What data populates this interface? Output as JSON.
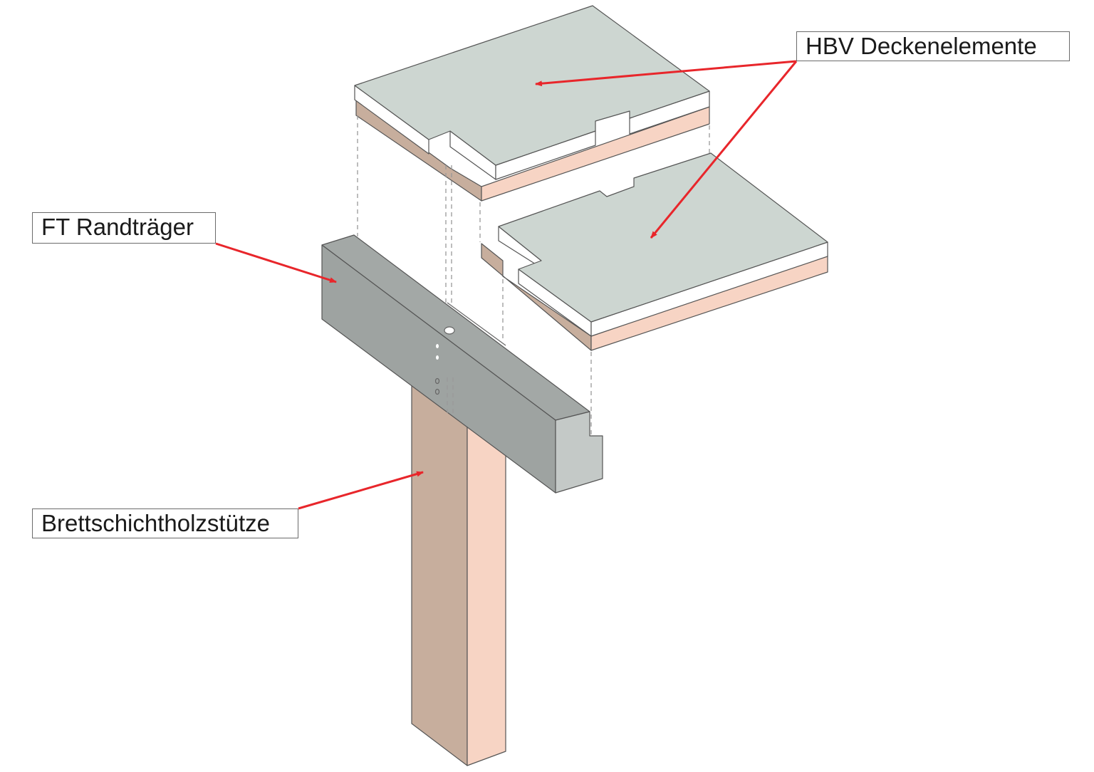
{
  "labels": {
    "hbv": "HBV Deckenelemente",
    "ft": "FT Randträger",
    "column": "Brettschichtholzstütze"
  },
  "colors": {
    "concrete_top": "#cdd6d1",
    "concrete_side": "#ffffff",
    "timber_dark": "#c7ae9d",
    "timber_light": "#f7d4c4",
    "beam_front": "#9ea3a1",
    "beam_top": "#a3a8a6",
    "beam_end": "#c4c9c7",
    "arrow": "#e8262b"
  }
}
